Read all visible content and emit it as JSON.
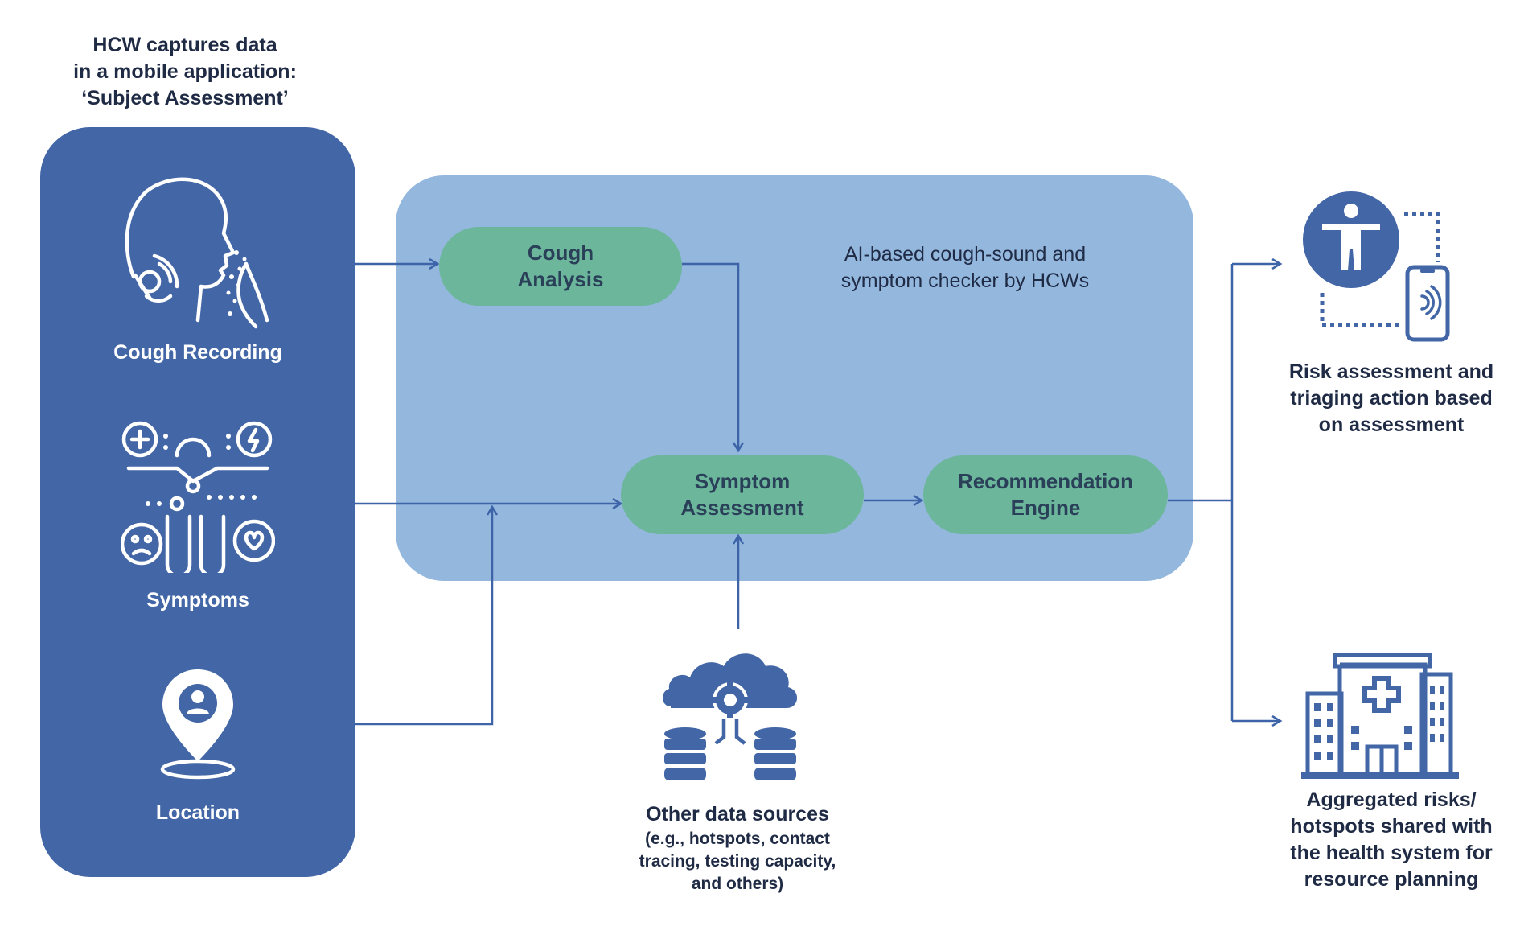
{
  "header": {
    "line1": "HCW captures data",
    "line2": "in a mobile application:",
    "line3": "‘Subject Assessment’"
  },
  "inputs": {
    "cough_recording": "Cough Recording",
    "symptoms": "Symptoms",
    "location": "Location"
  },
  "ai_box": {
    "line1": "AI-based cough-sound and",
    "line2": "symptom checker by HCWs"
  },
  "nodes": {
    "cough_analysis": {
      "line1": "Cough",
      "line2": "Analysis"
    },
    "symptom_assessment": {
      "line1": "Symptom",
      "line2": "Assessment"
    },
    "recommendation_engine": {
      "line1": "Recommendation",
      "line2": "Engine"
    }
  },
  "other_sources": {
    "title": "Other data sources",
    "line1": "(e.g., hotspots, contact",
    "line2": "tracing, testing capacity,",
    "line3": "and others)"
  },
  "outputs": {
    "risk": {
      "line1": "Risk assessment and",
      "line2": "triaging action based",
      "line3": "on assessment"
    },
    "aggregated": {
      "line1": "Aggregated risks/",
      "line2": "hotspots shared with",
      "line3": "the health system for",
      "line4": "resource planning"
    }
  },
  "colors": {
    "panel_blue": "#4266a6",
    "ai_box_blue": "#94b7de",
    "node_green": "#6cb69c",
    "line_blue": "#3d63a8"
  },
  "icons": [
    "face-cough-icon",
    "symptoms-icon",
    "location-pin-icon",
    "cloud-database-icon",
    "person-phone-icon",
    "hospital-icon"
  ]
}
